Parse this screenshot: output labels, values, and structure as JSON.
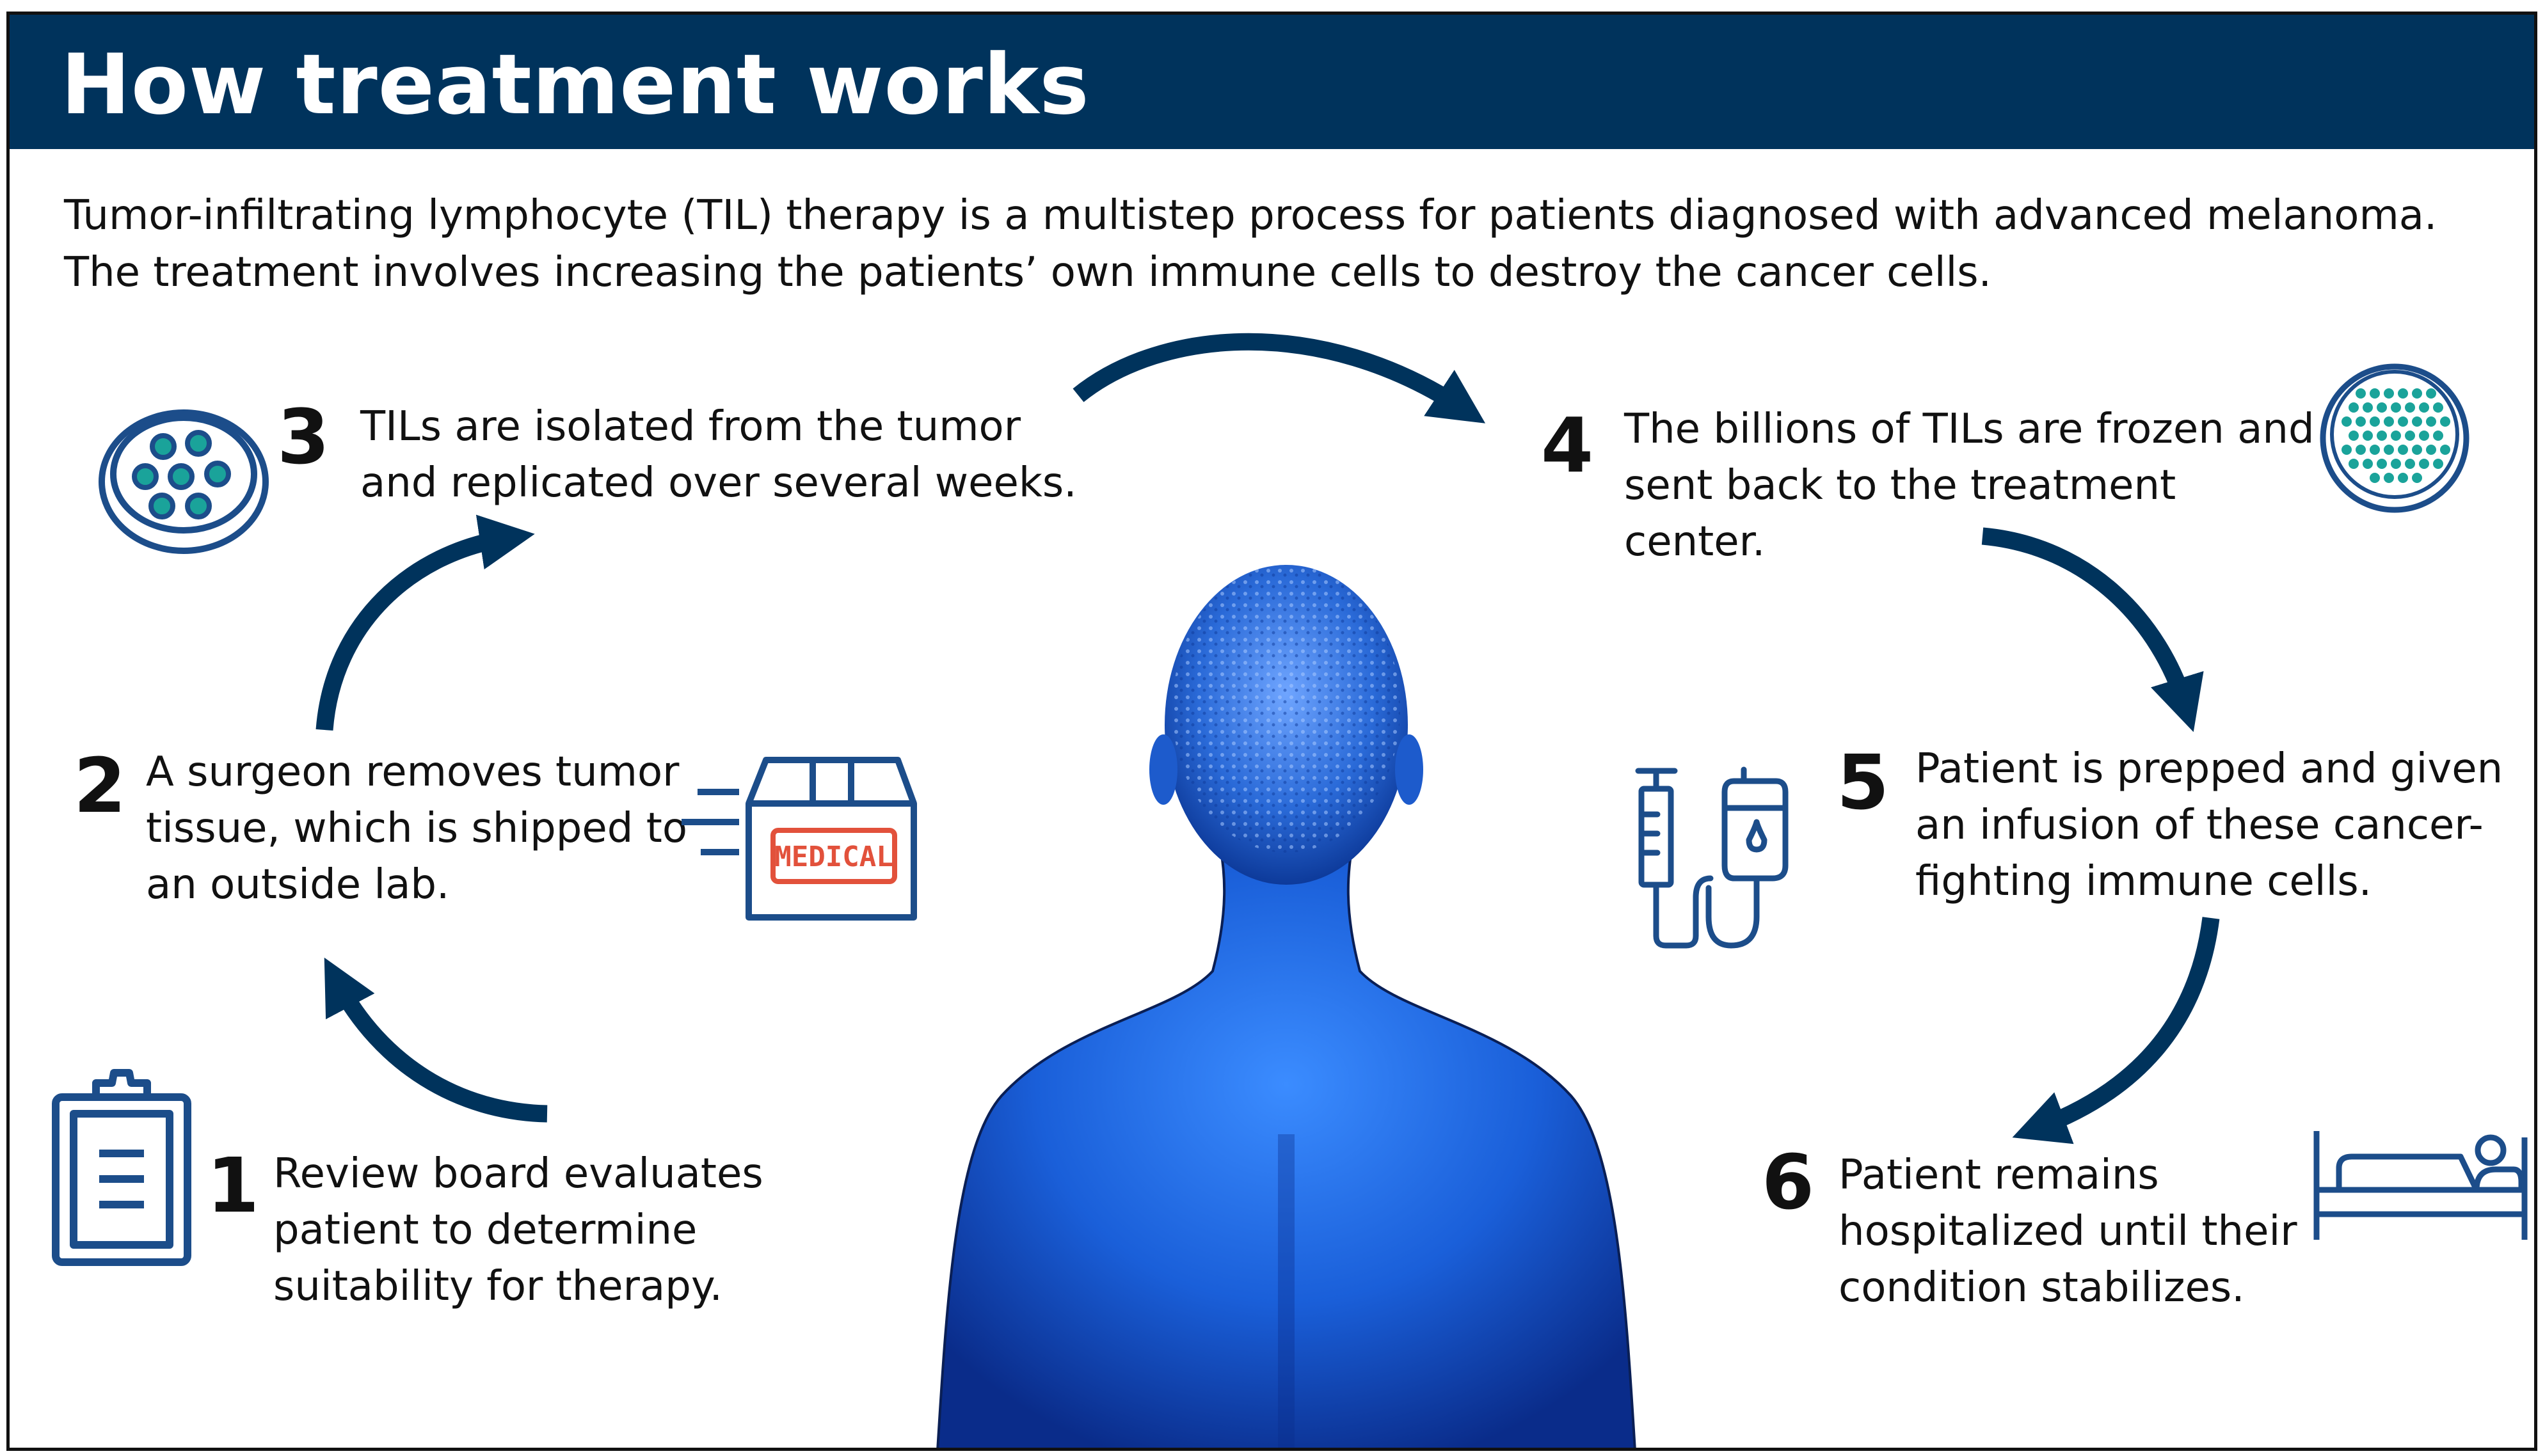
{
  "header": {
    "title": "How treatment works"
  },
  "intro": "Tumor-infiltrating lymphocyte (TIL) therapy is a multistep process for patients diagnosed with advanced melanoma. The treatment involves increasing the patients’ own immune cells to destroy the cancer cells.",
  "steps": [
    {
      "number": "1",
      "text": "Review board evaluates patient to determine suitability for therapy.",
      "icon": "clipboard-icon"
    },
    {
      "number": "2",
      "text": "A surgeon removes tumor tissue, which is shipped to an outside lab.",
      "icon": "medical-box-icon"
    },
    {
      "number": "3",
      "text": "TILs are isolated from the tumor and replicated over several weeks.",
      "icon": "petri-dish-icon"
    },
    {
      "number": "4",
      "text": "The billions of TILs are frozen and sent back to the treatment center.",
      "icon": "cell-culture-dish-icon"
    },
    {
      "number": "5",
      "text": "Patient is prepped and given an infusion of these cancer-fighting immune cells.",
      "icon": "syringe-iv-bag-icon"
    },
    {
      "number": "6",
      "text": "Patient remains hospitalized until their condition stabilizes.",
      "icon": "hospital-bed-icon"
    }
  ],
  "box_label": "MEDICAL",
  "colors": {
    "navy": "#00335c",
    "icon_blue": "#1c4d8a",
    "cell_teal": "#1aa39a",
    "label_red": "#e2513b",
    "figure_blue": "#1e63d6"
  }
}
